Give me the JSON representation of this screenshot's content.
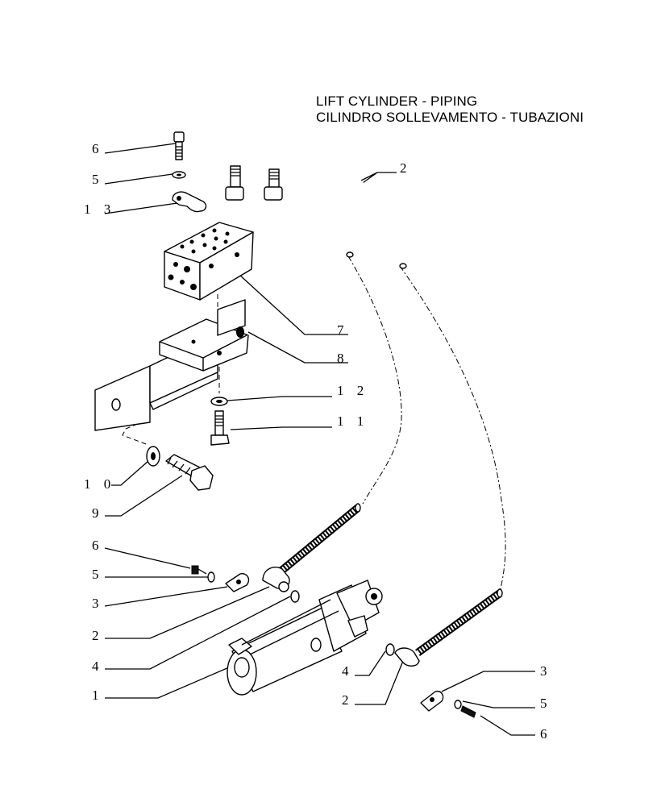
{
  "title": {
    "line1": "LIFT CYLINDER - PIPING",
    "line2": "CILINDRO SOLLEVAMENTO - TUBAZIONI"
  },
  "callouts": {
    "c6_top": "6",
    "c5_top": "5",
    "c13": "1 3",
    "c2_top": "2",
    "c7": "7",
    "c8": "8",
    "c12": "1 2",
    "c11": "1 1",
    "c10": "1 0",
    "c9": "9",
    "c6_left": "6",
    "c5_left": "5",
    "c3_left": "3",
    "c2_left": "2",
    "c4_left": "4",
    "c1": "1",
    "c4_right": "4",
    "c2_right": "2",
    "c3_right": "3",
    "c5_right": "5",
    "c6_right": "6"
  }
}
